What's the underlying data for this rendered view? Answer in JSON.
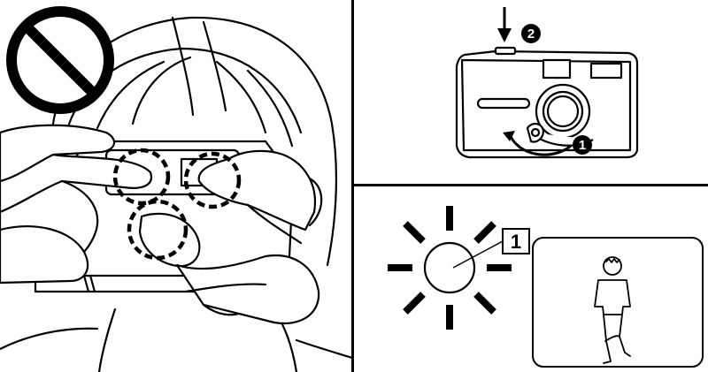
{
  "figure": {
    "panels": [
      {
        "id": "do-not-cover",
        "icon": "prohibited-icon"
      },
      {
        "id": "camera-operation",
        "steps": [
          "1",
          "2"
        ]
      },
      {
        "id": "backlight-subject",
        "callout": "1"
      }
    ]
  },
  "steps": {
    "step_1": "1",
    "step_2": "2"
  },
  "callout": {
    "label": "1"
  },
  "colors": {
    "line": "#000000",
    "background": "#ffffff"
  }
}
